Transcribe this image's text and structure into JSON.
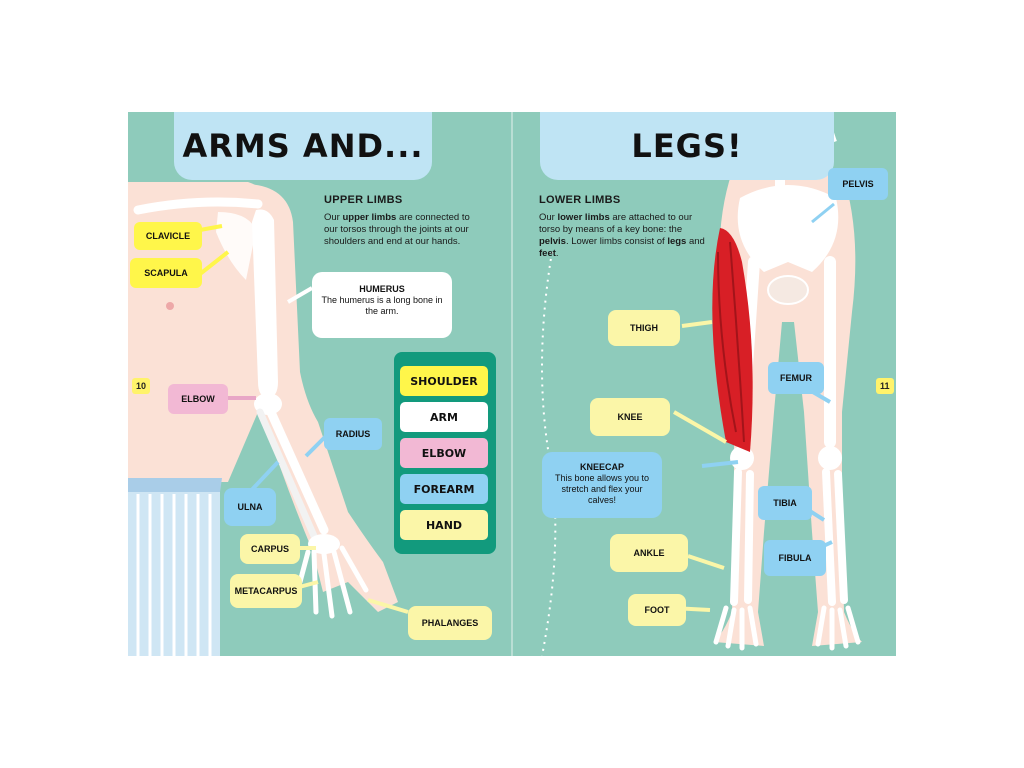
{
  "left_page": {
    "title": "ARMS AND...",
    "page_number": "10",
    "intro": {
      "heading": "UPPER LIMBS",
      "text_1": "Our ",
      "text_bold_1": "upper limbs",
      "text_2": " are connected to our torsos through the joints at our shoulders and end at our hands."
    },
    "labels": {
      "clavicle": "CLAVICLE",
      "scapula": "SCAPULA",
      "elbow": "ELBOW",
      "radius": "RADIUS",
      "ulna": "ULNA",
      "carpus": "CARPUS",
      "metacarpus": "METACARPUS",
      "phalanges": "PHALANGES"
    },
    "humerus": {
      "title": "HUMERUS",
      "text": "The humerus is a long bone in the arm."
    },
    "legend": [
      "SHOULDER",
      "ARM",
      "ELBOW",
      "FOREARM",
      "HAND"
    ]
  },
  "right_page": {
    "title": "LEGS!",
    "page_number": "11",
    "intro": {
      "heading": "LOWER LIMBS",
      "text_1": "Our ",
      "text_bold_1": "lower limbs",
      "text_2": " are attached to our torso by means of a key bone: the ",
      "text_bold_2": "pelvis",
      "text_3": ". Lower limbs consist of ",
      "text_bold_3": "legs",
      "text_4": " and ",
      "text_bold_4": "feet",
      "text_5": "."
    },
    "labels": {
      "pelvis": "PELVIS",
      "thigh": "THIGH",
      "femur": "FEMUR",
      "knee": "KNEE",
      "tibia": "TIBIA",
      "fibula": "FIBULA",
      "ankle": "ANKLE",
      "foot": "FOOT"
    },
    "kneecap": {
      "title": "KNEECAP",
      "text": "This bone allows you to stretch and flex your calves!"
    }
  },
  "colors": {
    "background": "#8ecbbb",
    "title_tab": "#bfe4f4",
    "legend_panel": "#129a7d",
    "yellow": "#fff64a",
    "cream": "#fbf6a8",
    "pink": "#f2b8d4",
    "blue": "#8fd1f2",
    "skin": "#fbe1d6",
    "muscle": "#d81f26"
  },
  "icons": [
    "skeleton-arm-illustration",
    "skeleton-leg-illustration",
    "thigh-muscle-illustration"
  ]
}
